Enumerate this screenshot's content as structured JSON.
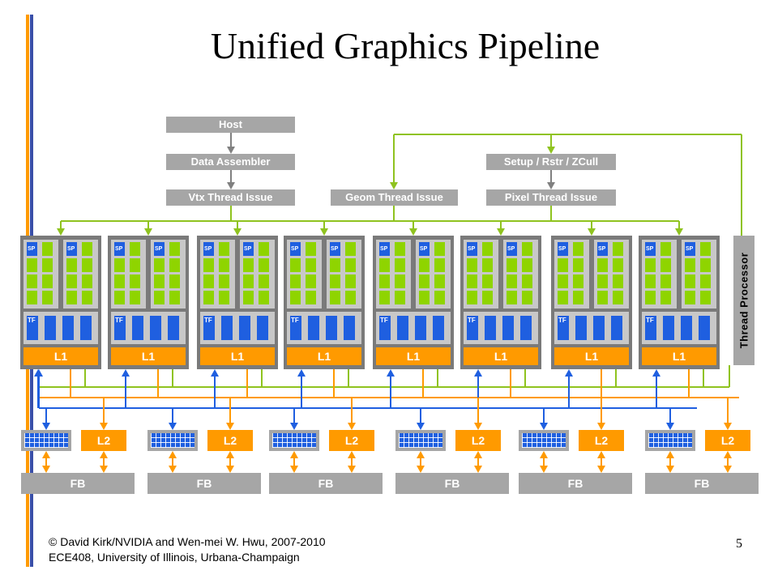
{
  "slide": {
    "title": "Unified Graphics Pipeline",
    "page_number": "5",
    "footer_line1": "© David Kirk/NVIDIA and Wen-mei W. Hwu, 2007-2010",
    "footer_line2": "ECE408, University of Illinois, Urbana-Champaign"
  },
  "pipeline": {
    "host": "Host",
    "data_assembler": "Data Assembler",
    "vtx_thread_issue": "Vtx Thread Issue",
    "geom_thread_issue": "Geom Thread Issue",
    "setup": "Setup / Rstr / ZCull",
    "pixel_thread_issue": "Pixel Thread Issue",
    "thread_processor": "Thread Processor"
  },
  "cluster": {
    "sp_label": "SP",
    "tf_label": "TF",
    "l1_label": "L1",
    "count": 8
  },
  "memory": {
    "l2_label": "L2",
    "fb_label": "FB",
    "partition_count": 6
  },
  "colors": {
    "stage_gray": "#a6a6a6",
    "cluster_gray": "#7a7a7a",
    "sp_green": "#8fd400",
    "wire_green": "#8fc31f",
    "unit_blue": "#1f5fe0",
    "cache_orange": "#ff9a00"
  }
}
